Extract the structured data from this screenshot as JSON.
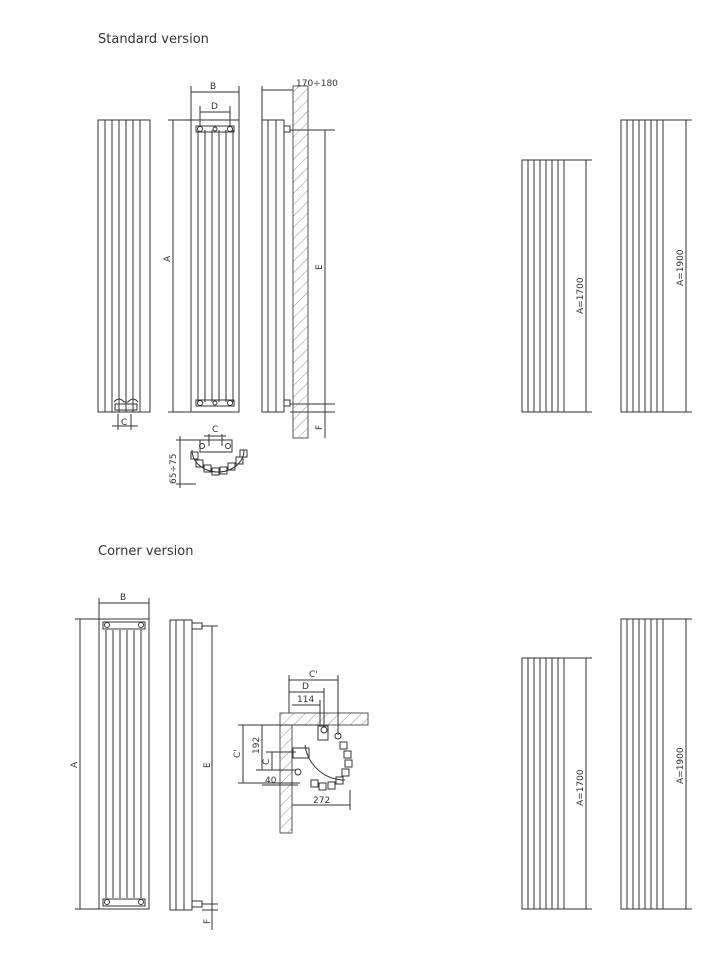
{
  "standard": {
    "title": "Standard version",
    "dims": {
      "B": "B",
      "D": "D",
      "C": "C",
      "A": "A",
      "E": "E",
      "F": "F",
      "depth": "170÷180",
      "offset": "65÷75"
    },
    "variants": [
      "A=1700",
      "A=1900"
    ]
  },
  "corner": {
    "title": "Corner version",
    "dims": {
      "B": "B",
      "A": "A",
      "E": "E",
      "F": "F",
      "C_prime_top": "C'",
      "D": "D",
      "d114": "114",
      "C_prime_side": "C'",
      "d192": "192",
      "C": "C",
      "d40": "40",
      "d272": "272"
    },
    "variants": [
      "A=1700",
      "A=1900"
    ]
  },
  "colors": {
    "line": "#333333",
    "hatch": "#666666"
  }
}
